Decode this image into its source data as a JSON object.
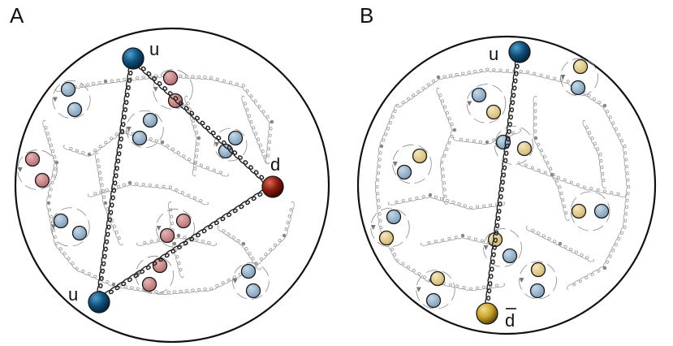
{
  "panels": [
    {
      "label": "A",
      "quarks": [
        {
          "label": "u"
        },
        {
          "label": "d"
        },
        {
          "label": "u"
        }
      ]
    },
    {
      "label": "B",
      "quarks": [
        {
          "label": "u"
        },
        {
          "label": "d"
        }
      ]
    }
  ],
  "colors": {
    "up_quark": "#0f4f7a",
    "down_quark": "#8b1a10",
    "antidown_quark": "#c9a227",
    "sea_blue": "#8fb0c9",
    "sea_red": "#c98484",
    "sea_gold": "#e6cf8f",
    "gluon": "#222222",
    "outline": "#111111"
  }
}
